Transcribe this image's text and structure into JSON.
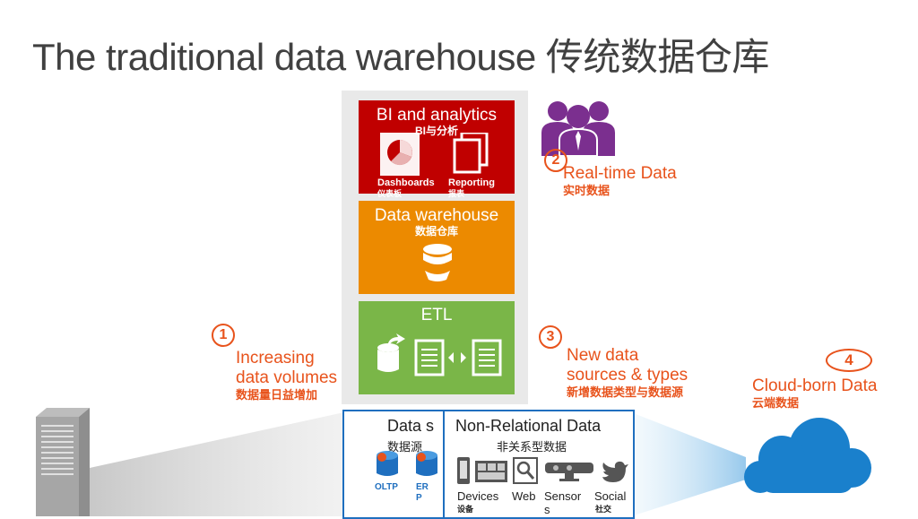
{
  "title": "The traditional data warehouse 传统数据仓库",
  "bi": {
    "title": "BI and analytics",
    "subtitle": "BI与分析",
    "dashboards": "Dashboards",
    "dashboards_cn": "仪表板",
    "reporting": "Reporting",
    "reporting_cn": "报表"
  },
  "dw": {
    "title": "Data warehouse",
    "subtitle": "数据仓库"
  },
  "etl": {
    "title": "ETL"
  },
  "callouts": {
    "c1": {
      "num": "1",
      "line1": "Increasing",
      "line2": "data volumes",
      "sub": "数据量日益增加"
    },
    "c2": {
      "num": "2",
      "head": "Real-time Data",
      "sub": "实时数据"
    },
    "c3": {
      "num": "3",
      "line1": "New data",
      "line2": "sources & types",
      "sub": "新增数据类型与数据源"
    },
    "c4": {
      "num": "4",
      "head": "Cloud-born Data",
      "sub": "云端数据"
    }
  },
  "data_sources": {
    "title": "Data s",
    "subtitle": "数据源",
    "oltp": "OLTP",
    "erp1": "ER",
    "erp2": "P"
  },
  "non_relational": {
    "title": "Non-Relational Data",
    "subtitle": "非关系型数据",
    "devices": "Devices",
    "devices_cn": "设备",
    "web": "Web",
    "sensors1": "Sensor",
    "sensors2": "s",
    "social": "Social",
    "social_cn": "社交"
  },
  "colors": {
    "bi": "#c00000",
    "dw": "#ec8a00",
    "etl": "#7ab648",
    "accent": "#e8531c",
    "blue": "#1f6fbf",
    "people": "#7b2f8f"
  }
}
